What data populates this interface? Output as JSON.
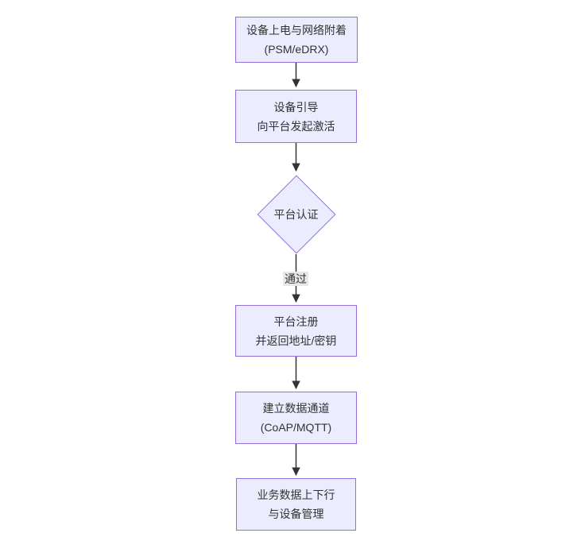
{
  "diagram": {
    "type": "flowchart-vertical",
    "nodes": {
      "power_attach": {
        "line1": "设备上电与网络附着",
        "line2": "(PSM/eDRX)"
      },
      "bootstrap": {
        "line1": "设备引导",
        "line2": "向平台发起激活"
      },
      "platform_auth": {
        "label": "平台认证"
      },
      "register": {
        "line1": "平台注册",
        "line2": "并返回地址/密钥"
      },
      "data_channel": {
        "line1": "建立数据通道",
        "line2": "(CoAP/MQTT)"
      },
      "business": {
        "line1": "业务数据上下行",
        "line2": "与设备管理"
      }
    },
    "edges": {
      "auth_pass_label": "通过"
    },
    "colors": {
      "background": "#ffffff",
      "node_fill": "#ECECFF",
      "node_border": "#9370DB",
      "arrow": "#333333",
      "text": "#333333",
      "edge_label_bg": "#e8e8e8"
    }
  }
}
